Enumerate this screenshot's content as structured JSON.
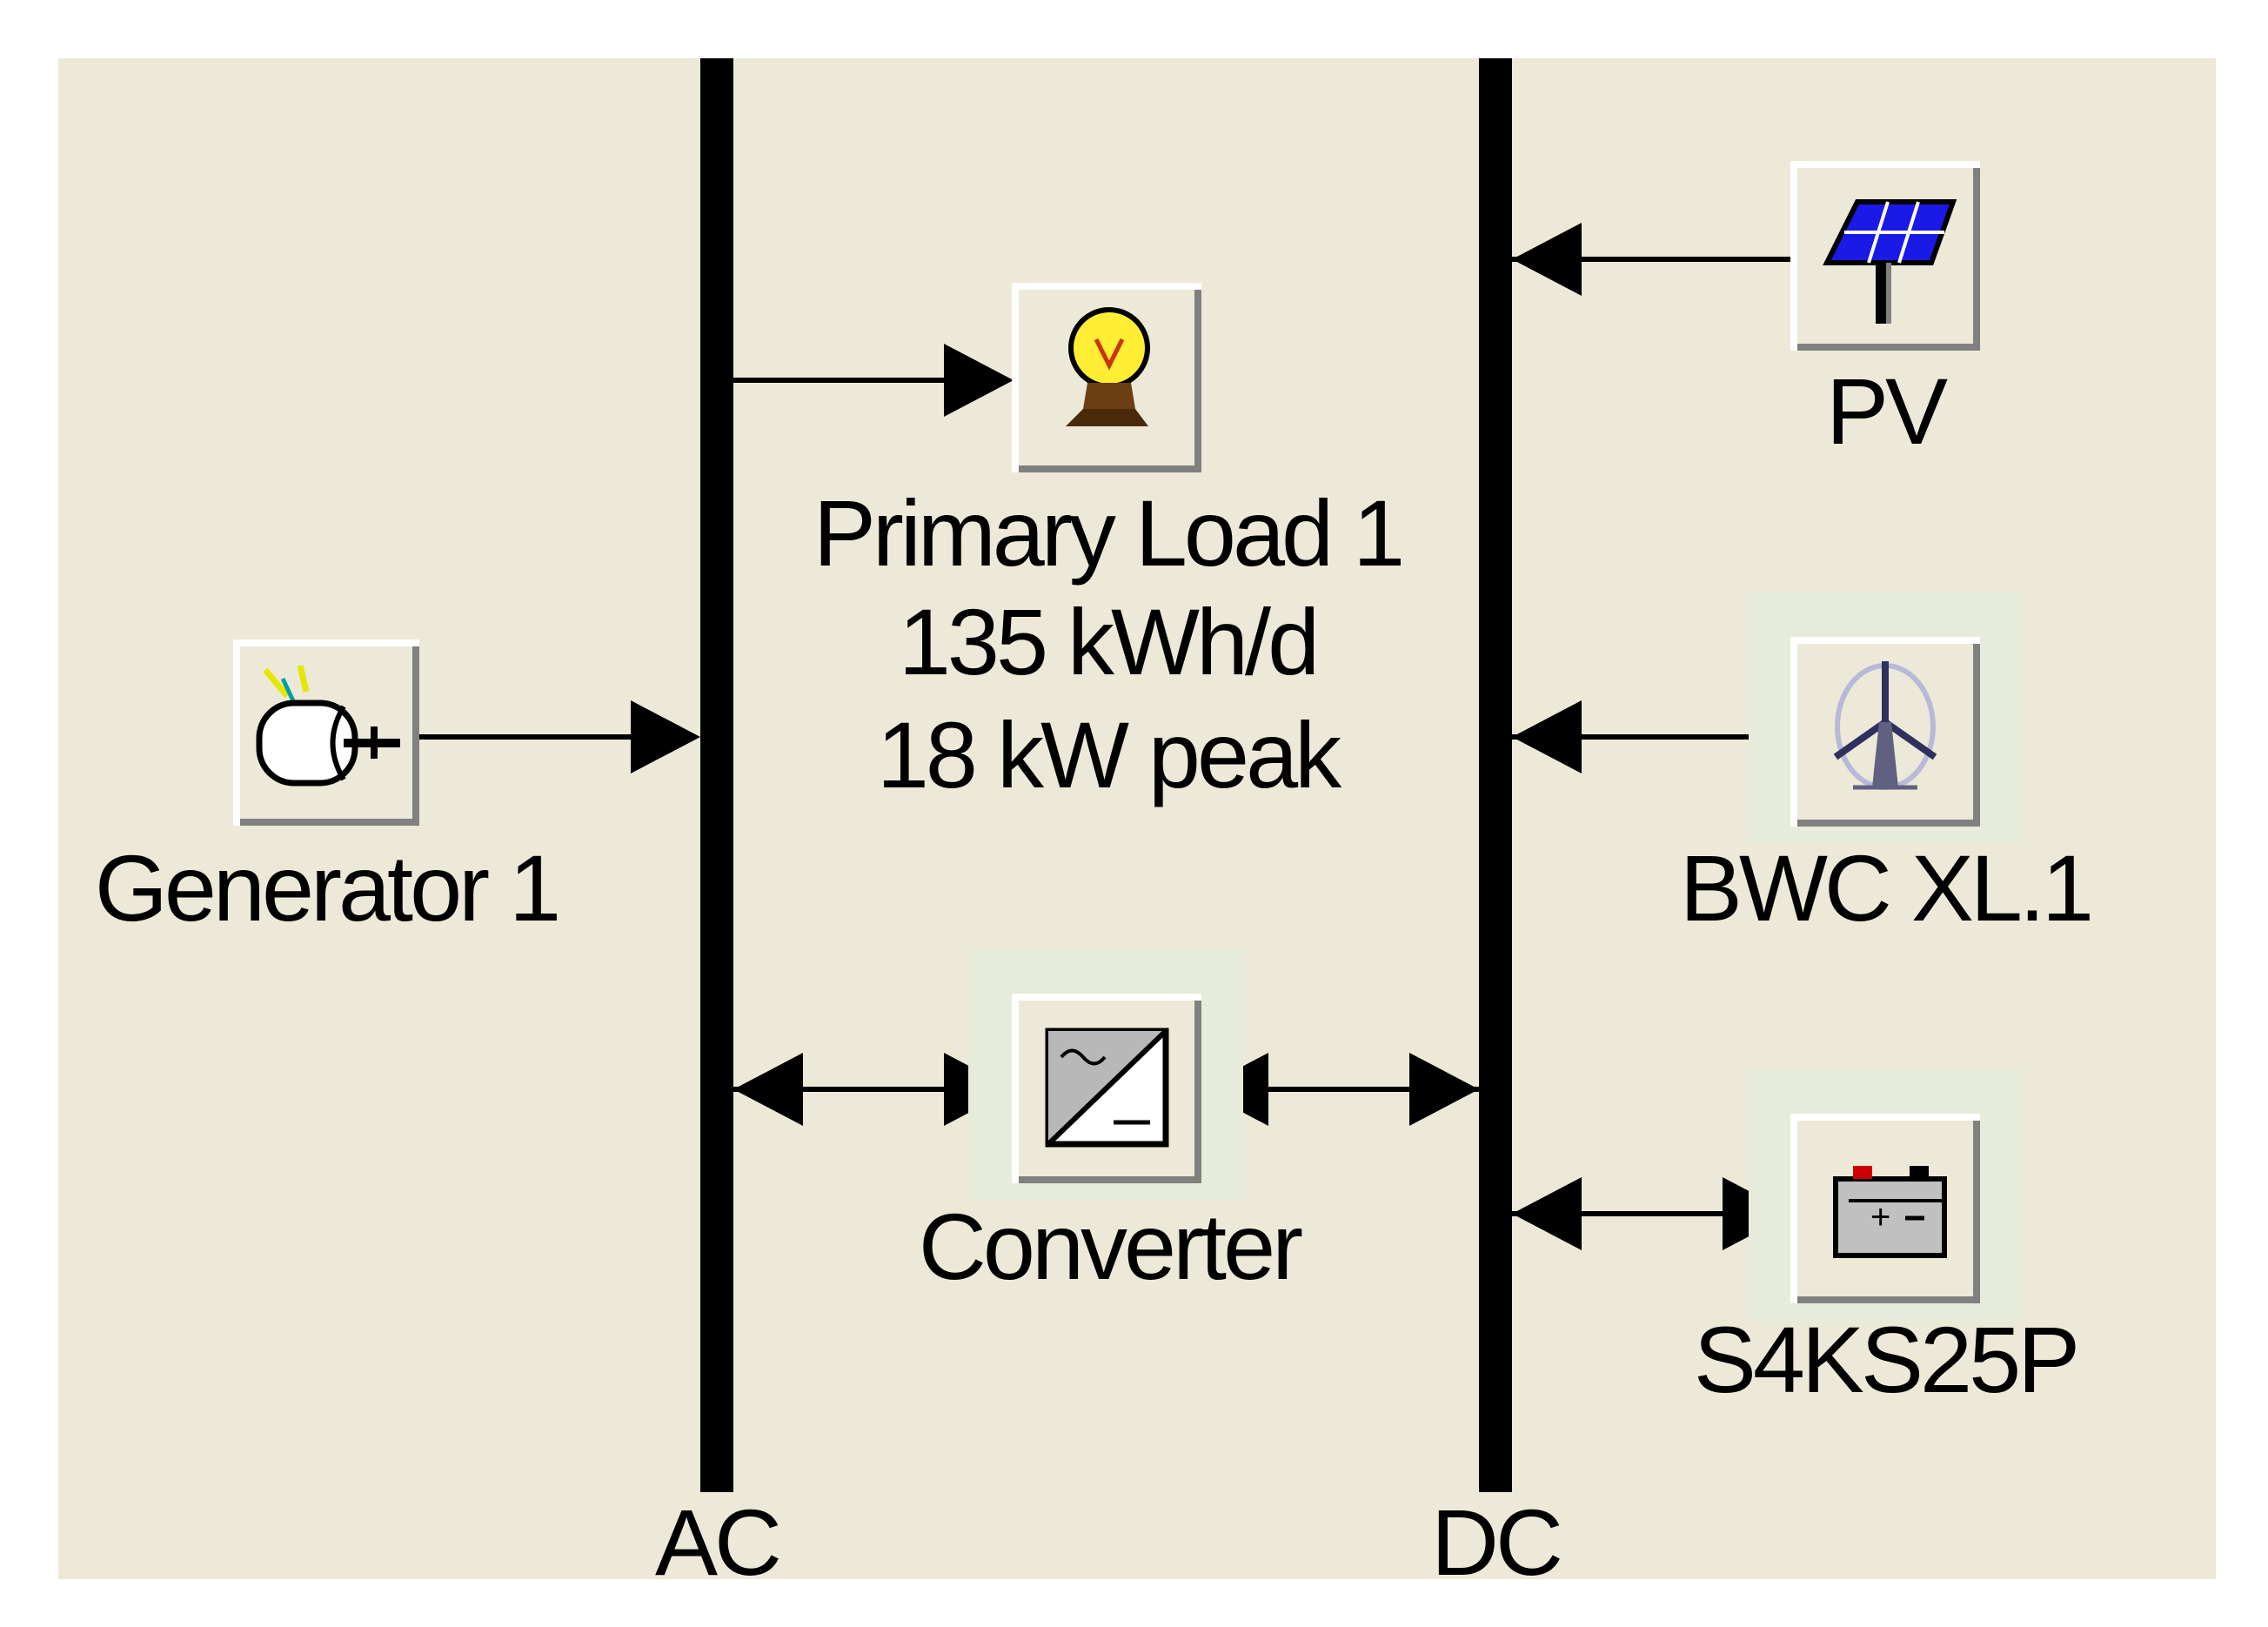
{
  "buses": {
    "ac_label": "AC",
    "dc_label": "DC"
  },
  "components": {
    "generator": {
      "label": "Generator 1",
      "icon": "generator-icon"
    },
    "primary_load": {
      "label": "Primary Load 1",
      "energy": "135 kWh/d",
      "peak": "18 kW peak",
      "icon": "light-bulb-icon"
    },
    "converter": {
      "label": "Converter",
      "icon": "converter-icon"
    },
    "pv": {
      "label": "PV",
      "icon": "solar-panel-icon"
    },
    "wind": {
      "label": "BWC XL.1",
      "icon": "wind-turbine-icon"
    },
    "battery": {
      "label": "S4KS25P",
      "icon": "battery-icon"
    }
  },
  "colors": {
    "background": "#ece9d8",
    "bus": "#000000",
    "pv_cell": "#1a1ae6",
    "bulb": "#ffee33",
    "battery_terminal": "#cc0000"
  }
}
